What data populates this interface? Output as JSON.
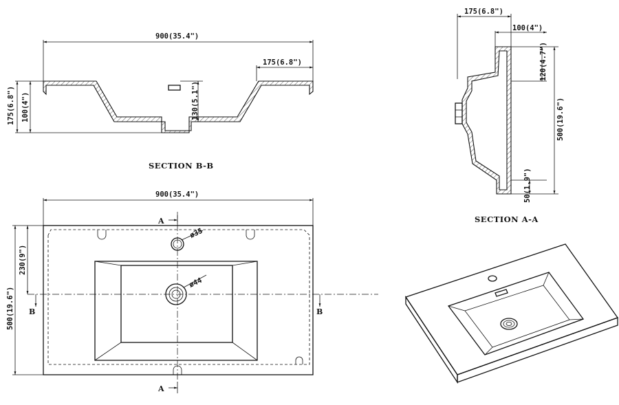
{
  "section_b": {
    "caption": "SECTION B-B",
    "dim_width": "900(35.4\")",
    "dim_ledge": "175(6.8\")",
    "dim_height_total": "175(6.8\")",
    "dim_height_ledge": "100(4\")",
    "dim_bowl_depth": "130(5.1\")"
  },
  "section_a": {
    "caption": "SECTION A-A",
    "dim_top_175": "175(6.8\")",
    "dim_top_100": "100(4\")",
    "dim_right_120": "120(4.7\")",
    "dim_right_500": "500(19.6\")",
    "dim_right_50": "50(1.9\")"
  },
  "plan": {
    "dim_width": "900(35.4\")",
    "dim_depth": "500(19.6\")",
    "dim_tap_offset": "230(9\")",
    "tap_hole": "ø35",
    "drain_hole": "ø44",
    "cut_a_top": "A",
    "cut_a_bottom": "A",
    "cut_b_left": "B",
    "cut_b_right": "B"
  },
  "colors": {
    "line": "#111111",
    "background": "#ffffff"
  }
}
